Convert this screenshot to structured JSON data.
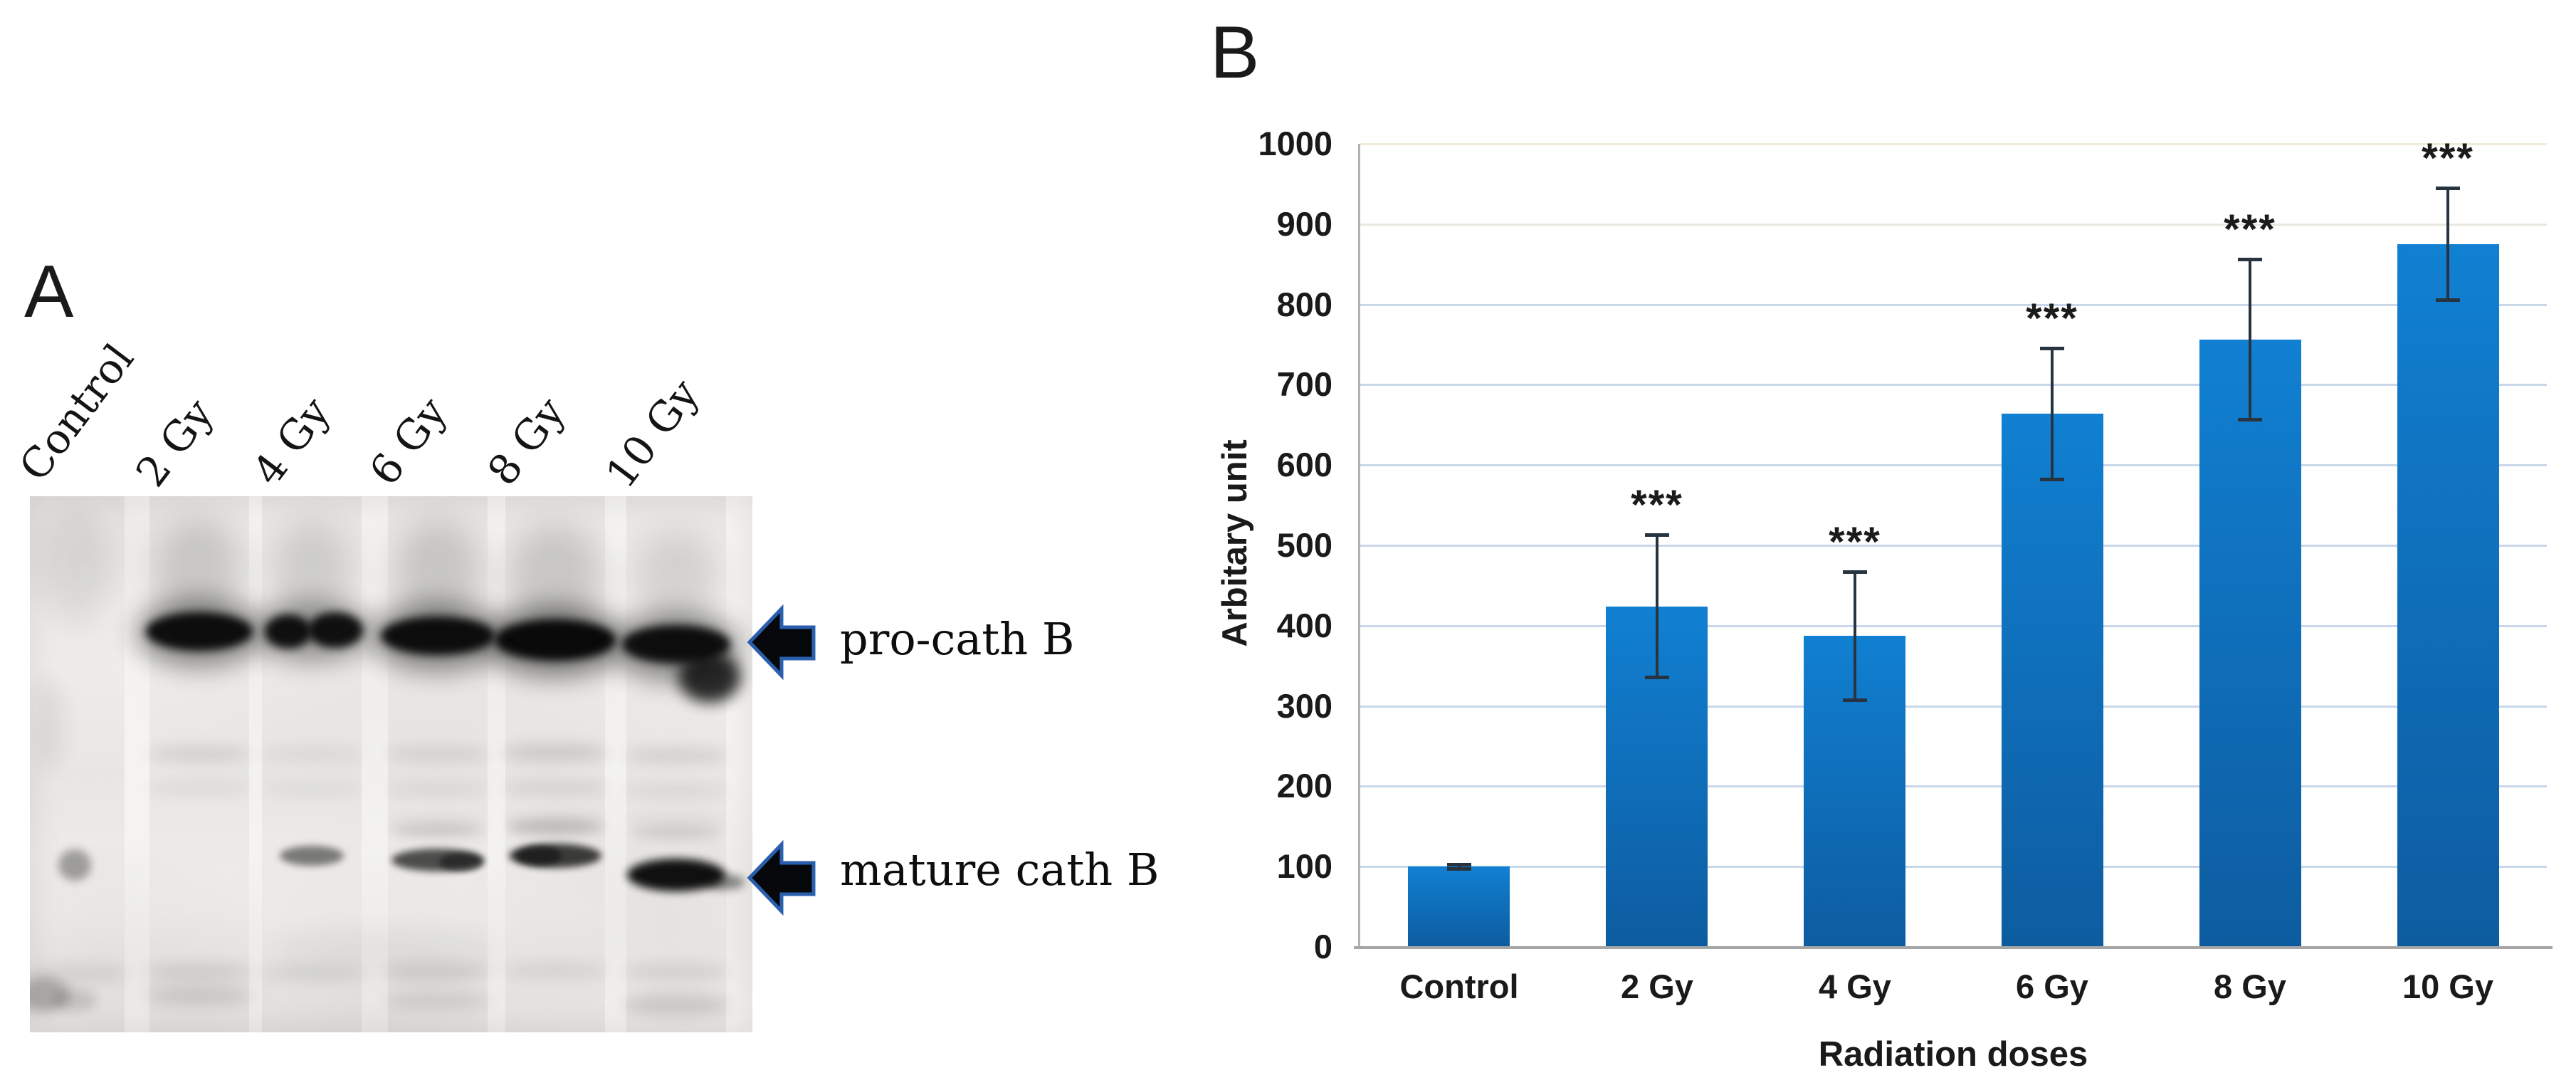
{
  "figure": {
    "panel_a": {
      "label": "A",
      "lane_labels": [
        "Control",
        "2 Gy",
        "4 Gy",
        "6 Gy",
        "8 Gy",
        "10 Gy"
      ],
      "band_labels": [
        "pro-cath B",
        "mature cath B"
      ],
      "arrow_fill": "#07080c",
      "arrow_stroke": "#2a5fae",
      "blot": {
        "lane_centers": [
          63,
          238,
          396,
          573,
          738,
          908
        ],
        "lane_width": 140,
        "bands_note": "blobs = [cx, cy, w, h, opacity, blur] relative to blot box",
        "blobs": [
          [
            238,
            190,
            150,
            54,
            0.97,
            6
          ],
          [
            238,
            192,
            176,
            96,
            0.45,
            18
          ],
          [
            238,
            105,
            120,
            150,
            0.14,
            22
          ],
          [
            363,
            190,
            66,
            48,
            0.95,
            6
          ],
          [
            429,
            188,
            78,
            50,
            0.95,
            6
          ],
          [
            396,
            190,
            170,
            84,
            0.4,
            18
          ],
          [
            396,
            105,
            110,
            140,
            0.12,
            22
          ],
          [
            573,
            196,
            160,
            54,
            0.97,
            6
          ],
          [
            573,
            198,
            186,
            96,
            0.46,
            18
          ],
          [
            573,
            108,
            120,
            150,
            0.15,
            22
          ],
          [
            738,
            202,
            170,
            58,
            1.0,
            6
          ],
          [
            738,
            204,
            196,
            100,
            0.5,
            18
          ],
          [
            738,
            115,
            130,
            150,
            0.15,
            22
          ],
          [
            908,
            208,
            152,
            54,
            0.96,
            6
          ],
          [
            908,
            212,
            178,
            96,
            0.45,
            18
          ],
          [
            955,
            254,
            88,
            72,
            0.85,
            10
          ],
          [
            908,
            118,
            115,
            140,
            0.11,
            22
          ],
          [
            238,
            362,
            146,
            22,
            0.1,
            10
          ],
          [
            396,
            362,
            146,
            20,
            0.06,
            10
          ],
          [
            573,
            362,
            146,
            22,
            0.09,
            10
          ],
          [
            738,
            360,
            150,
            24,
            0.13,
            10
          ],
          [
            908,
            364,
            146,
            22,
            0.1,
            10
          ],
          [
            238,
            410,
            146,
            18,
            0.06,
            10
          ],
          [
            396,
            412,
            146,
            16,
            0.05,
            10
          ],
          [
            573,
            412,
            146,
            18,
            0.07,
            10
          ],
          [
            738,
            410,
            150,
            20,
            0.09,
            10
          ],
          [
            908,
            414,
            146,
            18,
            0.07,
            10
          ],
          [
            573,
            458,
            140,
            16,
            0.07,
            10
          ],
          [
            738,
            456,
            144,
            18,
            0.09,
            10
          ],
          [
            908,
            460,
            140,
            16,
            0.07,
            10
          ],
          [
            573,
            470,
            132,
            18,
            0.12,
            8
          ],
          [
            738,
            466,
            136,
            20,
            0.16,
            8
          ],
          [
            908,
            474,
            124,
            16,
            0.1,
            8
          ],
          [
            63,
            518,
            46,
            44,
            0.34,
            6
          ],
          [
            396,
            505,
            90,
            28,
            0.5,
            5
          ],
          [
            573,
            511,
            130,
            32,
            0.7,
            5
          ],
          [
            606,
            514,
            62,
            26,
            0.5,
            4
          ],
          [
            738,
            505,
            130,
            34,
            0.78,
            5
          ],
          [
            715,
            505,
            64,
            28,
            0.55,
            4
          ],
          [
            908,
            532,
            138,
            46,
            0.97,
            6
          ],
          [
            976,
            542,
            56,
            22,
            0.45,
            6
          ],
          [
            63,
            670,
            150,
            24,
            0.08,
            10
          ],
          [
            238,
            668,
            150,
            24,
            0.1,
            10
          ],
          [
            396,
            670,
            150,
            22,
            0.07,
            10
          ],
          [
            573,
            668,
            150,
            24,
            0.1,
            10
          ],
          [
            738,
            666,
            150,
            22,
            0.08,
            10
          ],
          [
            908,
            668,
            150,
            24,
            0.09,
            10
          ],
          [
            20,
            700,
            72,
            48,
            0.26,
            8
          ],
          [
            63,
            708,
            62,
            30,
            0.15,
            8
          ],
          [
            238,
            702,
            150,
            26,
            0.12,
            10
          ],
          [
            573,
            708,
            150,
            24,
            0.1,
            10
          ],
          [
            908,
            714,
            150,
            30,
            0.13,
            10
          ],
          [
            63,
            100,
            92,
            170,
            0.05,
            16
          ],
          [
            28,
            320,
            44,
            130,
            0.06,
            14
          ],
          [
            500,
            640,
            320,
            60,
            0.04,
            20
          ]
        ]
      }
    },
    "panel_b": {
      "label": "B"
    }
  },
  "chart_data": {
    "type": "bar",
    "categories": [
      "Control",
      "2 Gy",
      "4 Gy",
      "6 Gy",
      "8 Gy",
      "10 Gy"
    ],
    "values": [
      100,
      424,
      387,
      664,
      756,
      875
    ],
    "error_bars": [
      3,
      89,
      80,
      82,
      100,
      70
    ],
    "significance": [
      "",
      "***",
      "***",
      "***",
      "***",
      "***"
    ],
    "title": "",
    "xlabel": "Radiation doses",
    "ylabel": "Arbitary unit",
    "ylim": [
      0,
      1000
    ],
    "yticks": [
      0,
      100,
      200,
      300,
      400,
      500,
      600,
      700,
      800,
      900,
      1000
    ],
    "grid": true,
    "legend": false,
    "colors": {
      "bar_top": "#1180d2",
      "bar_bottom": "#0d5ca0",
      "gridline": "#c9d7eb",
      "gridline_1000": "#f1ecd9",
      "gridline_900": "#e9e8df",
      "axis": "#a6a6a6",
      "error_bar": "#273440",
      "text": "#1a1a1a"
    }
  }
}
